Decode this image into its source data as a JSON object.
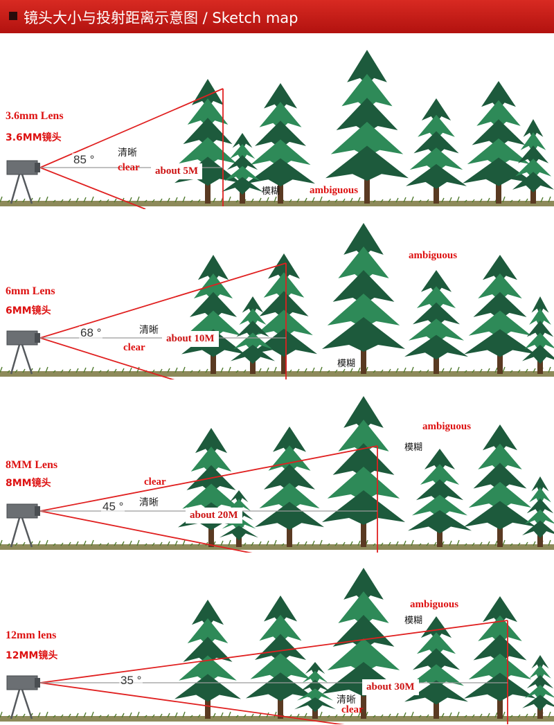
{
  "header": {
    "title": "镜头大小与投射距离示意图 / Sketch map"
  },
  "colors": {
    "accent": "#d8211c",
    "fov_line": "#e02020",
    "tree_dark": "#1d5a3c",
    "tree_light": "#2e8a58"
  },
  "panels": [
    {
      "lens_en": "3.6mm Lens",
      "lens_cn": "3.6MM镜头",
      "angle": "85 °",
      "clear_cn": "清晰",
      "clear_en": "clear",
      "distance": "about 5M",
      "blur_cn": "模糊",
      "blur_en": "ambiguous"
    },
    {
      "lens_en": "6mm Lens",
      "lens_cn": "6MM镜头",
      "angle": "68 °",
      "clear_cn": "清晰",
      "clear_en": "clear",
      "distance": "about 10M",
      "blur_cn": "模糊",
      "blur_en": "ambiguous"
    },
    {
      "lens_en": "8MM Lens",
      "lens_cn": "8MM镜头",
      "angle": "45 °",
      "clear_cn": "清晰",
      "clear_en": "clear",
      "distance": "about 20M",
      "blur_cn": "模糊",
      "blur_en": "ambiguous"
    },
    {
      "lens_en": "12mm lens",
      "lens_cn": "12MM镜头",
      "angle": "35 °",
      "clear_cn": "清晰",
      "clear_en": "clear",
      "distance": "about 30M",
      "blur_cn": "模糊",
      "blur_en": "ambiguous"
    }
  ]
}
